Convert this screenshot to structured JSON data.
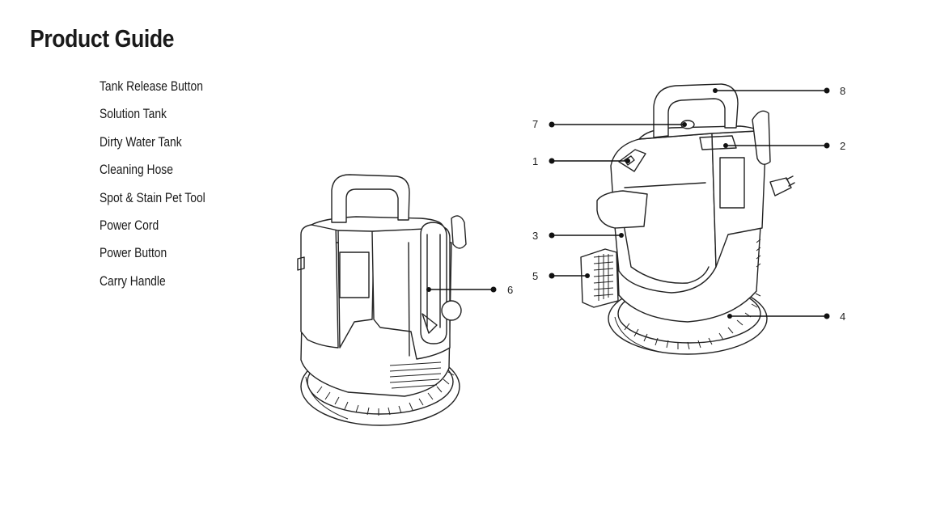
{
  "page": {
    "title": "Product Guide"
  },
  "parts_list": [
    "Tank Release Button",
    "Solution Tank",
    "Dirty Water Tank",
    "Cleaning Hose",
    "Spot & Stain Pet Tool",
    "Power Cord",
    "Power Button",
    "Carry Handle"
  ],
  "callouts": {
    "c1": "1",
    "c2": "2",
    "c3": "3",
    "c4": "4",
    "c5": "5",
    "c6": "6",
    "c7": "7",
    "c8": "8"
  }
}
